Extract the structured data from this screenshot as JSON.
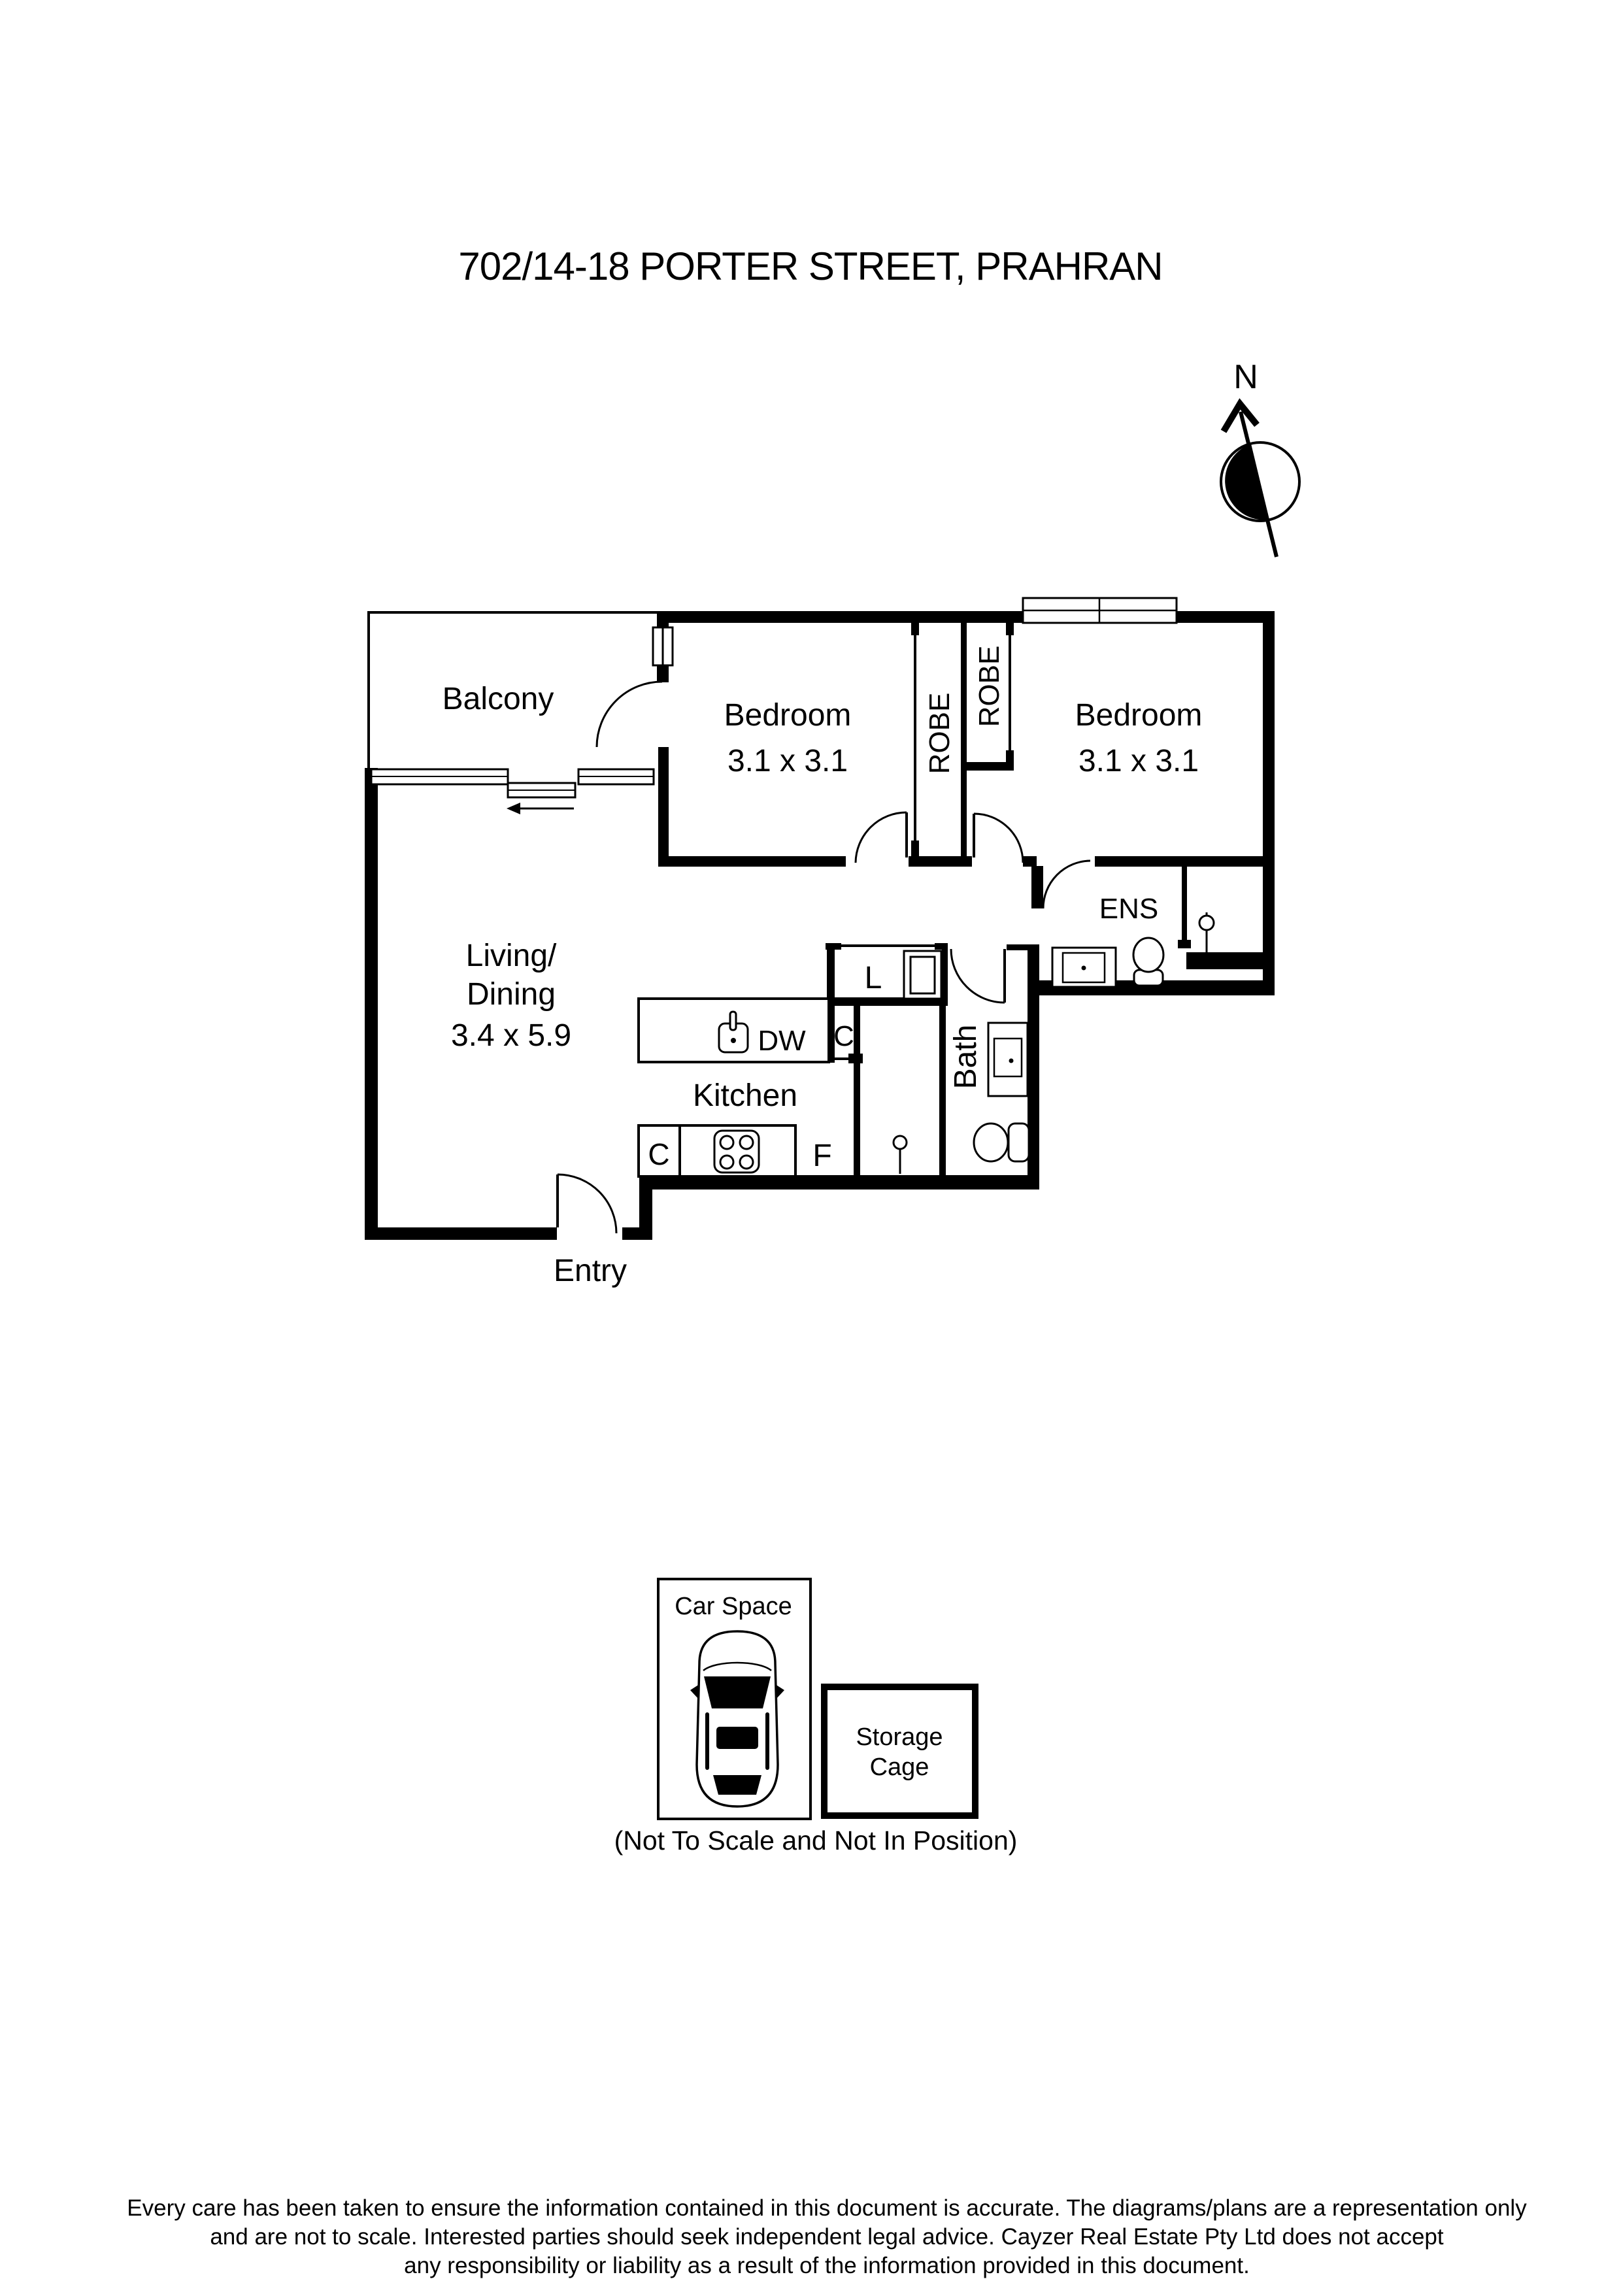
{
  "page": {
    "title": "702/14-18 PORTER STREET, PRAHRAN"
  },
  "compass": {
    "north_label": "N"
  },
  "plan": {
    "balcony": {
      "label": "Balcony"
    },
    "bedroom1": {
      "label": "Bedroom",
      "dims": "3.1 x 3.1"
    },
    "bedroom2": {
      "label": "Bedroom",
      "dims": "3.1 x 3.1"
    },
    "robe1": {
      "label": "ROBE"
    },
    "robe2": {
      "label": "ROBE"
    },
    "ens": {
      "label": "ENS"
    },
    "living": {
      "line1": "Living/",
      "line2": "Dining",
      "dims": "3.4 x 5.9"
    },
    "kitchen": {
      "label": "Kitchen"
    },
    "bath": {
      "label": "Bath"
    },
    "entry": {
      "label": "Entry"
    },
    "laundry": {
      "label": "L"
    },
    "cupboard_upper": {
      "label": "C"
    },
    "cupboard_lower": {
      "label": "C"
    },
    "fridge": {
      "label": "F"
    },
    "dishwasher": {
      "label": "DW"
    }
  },
  "parking": {
    "car_space": {
      "label": "Car Space"
    },
    "storage_cage": {
      "line1": "Storage",
      "line2": "Cage"
    },
    "note": "(Not To Scale and Not In Position)"
  },
  "disclaimer": {
    "line1": "Every care has been taken to ensure the information contained in this document is accurate. The diagrams/plans are a representation only",
    "line2": "and are not to scale. Interested parties should seek independent legal advice. Cayzer Real Estate Pty Ltd does not accept",
    "line3": "any responsibility or liability as a result of the information provided in this document."
  }
}
